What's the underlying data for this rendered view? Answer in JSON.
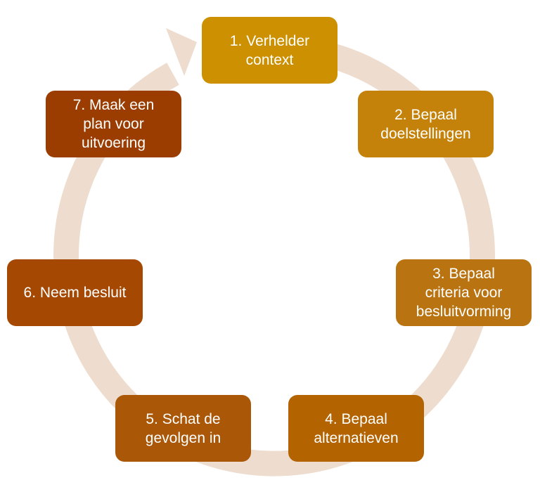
{
  "diagram": {
    "type": "cycle",
    "ring_color": "#EEDDCE",
    "steps": [
      {
        "label": "1. Verhelder context",
        "lines": [
          "1. Verhelder",
          "context"
        ],
        "color": "#CC9000"
      },
      {
        "label": "2. Bepaal doelstellingen",
        "lines": [
          "2. Bepaal",
          "doelstellingen"
        ],
        "color": "#C4820A"
      },
      {
        "label": "3. Bepaal criteria voor besluitvorming",
        "lines": [
          "3. Bepaal",
          "criteria voor",
          "besluitvorming"
        ],
        "color": "#B97310"
      },
      {
        "label": "4. Bepaal alternatieven",
        "lines": [
          "4. Bepaal",
          "alternatieven"
        ],
        "color": "#B36300"
      },
      {
        "label": "5. Schat de gevolgen in",
        "lines": [
          "5. Schat de",
          "gevolgen in"
        ],
        "color": "#AB5708"
      },
      {
        "label": "6. Neem besluit",
        "lines": [
          "6. Neem besluit"
        ],
        "color": "#A44802"
      },
      {
        "label": "7. Maak een plan voor uitvoering",
        "lines": [
          "7. Maak een",
          "plan voor",
          "uitvoering"
        ],
        "color": "#9B3D00"
      }
    ]
  }
}
